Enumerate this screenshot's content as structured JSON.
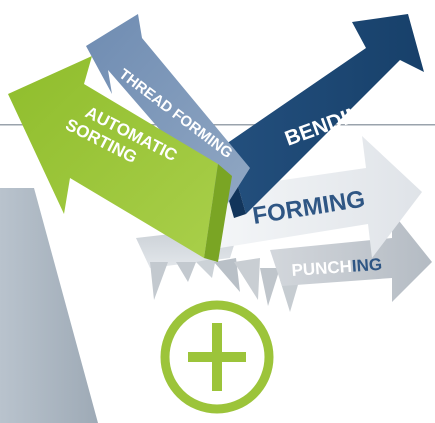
{
  "arrows": {
    "automatic_sorting": {
      "line1": "AUTOMATIC",
      "line2": "SORTING",
      "color": "#9cc43a"
    },
    "thread_forming": {
      "label": "THREAD FORMING",
      "color": "#7a93b3"
    },
    "bending": {
      "label": "BENDING",
      "color": "#1f4d7a"
    },
    "forming": {
      "label": "FORMING",
      "color": "#e9ecf0",
      "text_color": "#2f5684"
    },
    "punching": {
      "label_part1": "PUNCH",
      "label_part2": "ING",
      "color": "#c7ccd2"
    }
  },
  "plus_icon": {
    "name": "plus-circle-icon",
    "color": "#9cc43a"
  },
  "side_panel": {
    "color": "#a9b4c0"
  }
}
